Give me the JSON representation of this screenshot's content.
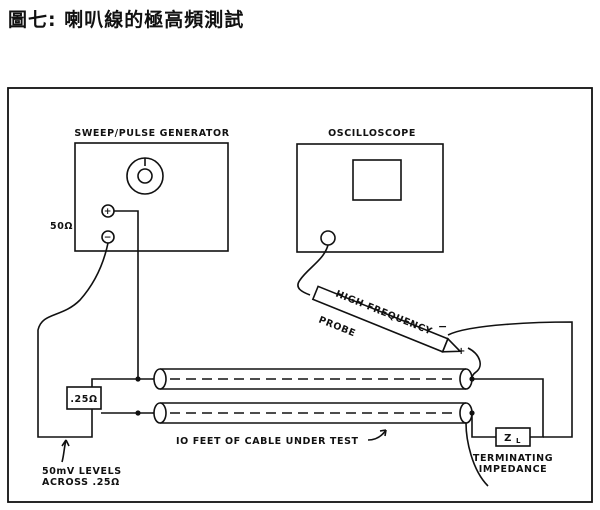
{
  "caption": "圖七: 喇叭線的極高頻測試",
  "labels": {
    "generator": "SWEEP/PULSE GENERATOR",
    "oscilloscope": "OSCILLOSCOPE",
    "source_impedance": "50Ω",
    "probe_line1": "HIGH FREQUENCY",
    "probe_line2": "PROBE",
    "resistor": ".25Ω",
    "cable": "IO FEET OF CABLE UNDER TEST",
    "load": "Z",
    "load_sub": "L",
    "terminating_line1": "TERMINATING",
    "terminating_line2": "IMPEDANCE",
    "levels_line1": "50mV LEVELS",
    "levels_line2": "ACROSS .25Ω",
    "plus": "+",
    "minus": "−"
  }
}
